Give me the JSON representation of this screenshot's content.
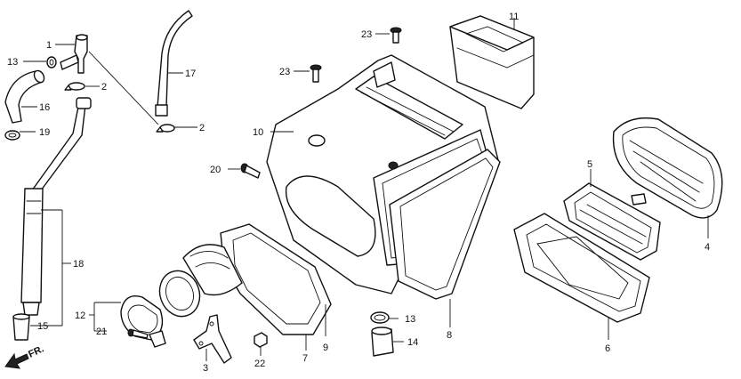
{
  "callouts": {
    "c1": "1",
    "c2a": "2",
    "c2b": "2",
    "c3": "3",
    "c4": "4",
    "c5": "5",
    "c6": "6",
    "c7": "7",
    "c8": "8",
    "c9": "9",
    "c10": "10",
    "c11": "11",
    "c12": "12",
    "c13a": "13",
    "c13b": "13",
    "c14": "14",
    "c15": "15",
    "c16": "16",
    "c17": "17",
    "c18": "18",
    "c19": "19",
    "c20": "20",
    "c21": "21",
    "c22": "22",
    "c23a": "23",
    "c23b": "23"
  },
  "direction_label": "FR."
}
